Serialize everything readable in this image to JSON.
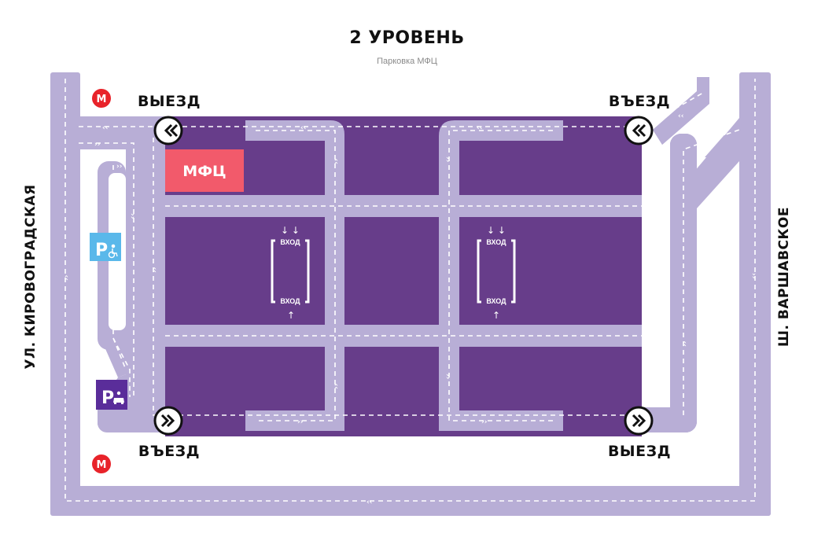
{
  "title": "2 УРОВЕНЬ",
  "subtitle": "Парковка МФЦ",
  "gates": {
    "top_left": "ВЫЕЗД",
    "top_right": "ВЪЕЗД",
    "bottom_left": "ВЪЕЗД",
    "bottom_right": "ВЫЕЗД"
  },
  "streets": {
    "left": "УЛ. КИРОВОГРАДСКАЯ",
    "right": "Ш. ВАРШАВСКОЕ"
  },
  "mfc_label": "МФЦ",
  "entrances": {
    "left_top": "ВХОД",
    "left_bottom": "ВХОД",
    "right_top": "ВХОД",
    "right_bottom": "ВХОД"
  },
  "parking_signs": {
    "disabled": "P",
    "taxi": "P"
  },
  "metro": "М",
  "icons": {
    "gate": "double-chevron-icon",
    "metro": "metro-logo-icon",
    "disabled": "wheelchair-icon",
    "taxi": "car-icon"
  },
  "colors": {
    "road": "#b8aed6",
    "parking": "#673d8a",
    "mfc": "#f25a6b",
    "disabled_sign": "#5ab8ea",
    "taxi_sign": "#5a2d9a",
    "metro": "#e8232a"
  }
}
